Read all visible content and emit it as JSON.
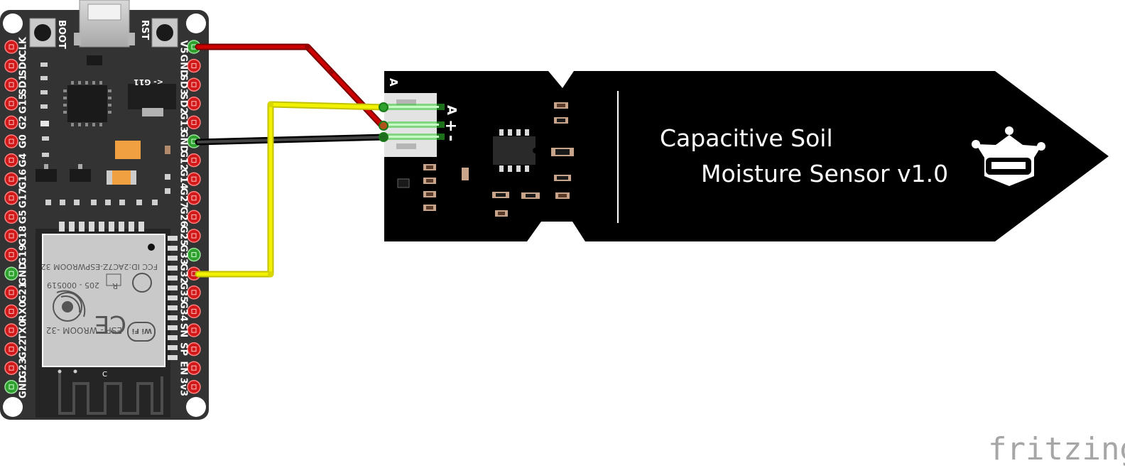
{
  "board": {
    "left_pins": [
      "CLK",
      "SD0",
      "SD1",
      "G15",
      "G2",
      "G0",
      "G4",
      "G16",
      "G17",
      "G5",
      "G18",
      "G19",
      "GND",
      "G21",
      "RX0",
      "TX0",
      "G22",
      "G23",
      "GND"
    ],
    "right_pins": [
      "V5",
      "GND",
      "SD3",
      "SD2",
      "G13",
      "GND",
      "G12",
      "G14",
      "G27",
      "G26",
      "G25",
      "G33",
      "G32",
      "G35",
      "G34",
      "SN",
      "SP",
      "EN",
      "3v3"
    ],
    "button_boot": "BOOT",
    "button_rst": "RST",
    "g11_label": "<- G11",
    "module": {
      "fcc": "FCC ID:2AC7Z-ESPWROOM 32",
      "cert_mark": "R",
      "cert_number": "205 - 000519",
      "ce_mark": "CE",
      "wifi_mark": "Wi Fi",
      "model": "ESP - WROOM -32"
    },
    "antenna_mark": "C"
  },
  "sensor": {
    "connector_mark": "A",
    "pin_a": "A",
    "pin_plus": "+",
    "pin_minus": "-",
    "title_line1": "Capacitive Soil",
    "title_line2": "Moisture Sensor v1.0"
  },
  "colors": {
    "board": "#333333",
    "pin_unused": "#d11919",
    "pin_used": "#2ea02e",
    "wire_vcc": "#cc0000",
    "wire_gnd": "#222222",
    "wire_signal": "#f2f200",
    "sensor_body": "#000000"
  },
  "brand": "fritzing"
}
